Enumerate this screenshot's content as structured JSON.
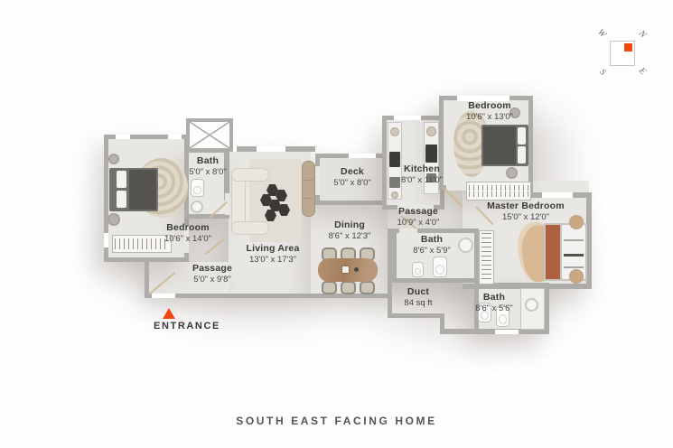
{
  "title": "SOUTH EAST FACING HOME",
  "entrance": {
    "label": "ENTRANCE"
  },
  "compass": {
    "n": "N",
    "e": "E",
    "s": "S",
    "w": "W"
  },
  "rooms": {
    "bedroom_left": {
      "name": "Bedroom",
      "dims": "10'6\" x 14'0\""
    },
    "bath_top": {
      "name": "Bath",
      "dims": "5'0\" x 8'0\""
    },
    "living": {
      "name": "Living Area",
      "dims": "13'0\" x 17'3\""
    },
    "passage_left": {
      "name": "Passage",
      "dims": "5'0\" x 9'8\""
    },
    "deck": {
      "name": "Deck",
      "dims": "5'0\" x 8'0\""
    },
    "kitchen": {
      "name": "Kitchen",
      "dims": "8'0\" x 11'0\""
    },
    "bedroom_top": {
      "name": "Bedroom",
      "dims": "10'6\" x 13'0\""
    },
    "passage_mid": {
      "name": "Passage",
      "dims": "10'9\" x 4'0\""
    },
    "dining": {
      "name": "Dining",
      "dims": "8'6\" x 12'3\""
    },
    "bath_mid": {
      "name": "Bath",
      "dims": "8'6\" x 5'9\""
    },
    "master_bedroom": {
      "name": "Master Bedroom",
      "dims": "15'0\" x 12'0\""
    },
    "duct": {
      "name": "Duct",
      "dims": "84 sq ft"
    },
    "bath_bottom": {
      "name": "Bath",
      "dims": "8'6\" x 5'6\""
    }
  },
  "colors": {
    "accent": "#f24812",
    "wall": "#aeaca9",
    "floor": "#e9e7e3",
    "text": "#3b3a38",
    "caption": "#55544f"
  }
}
